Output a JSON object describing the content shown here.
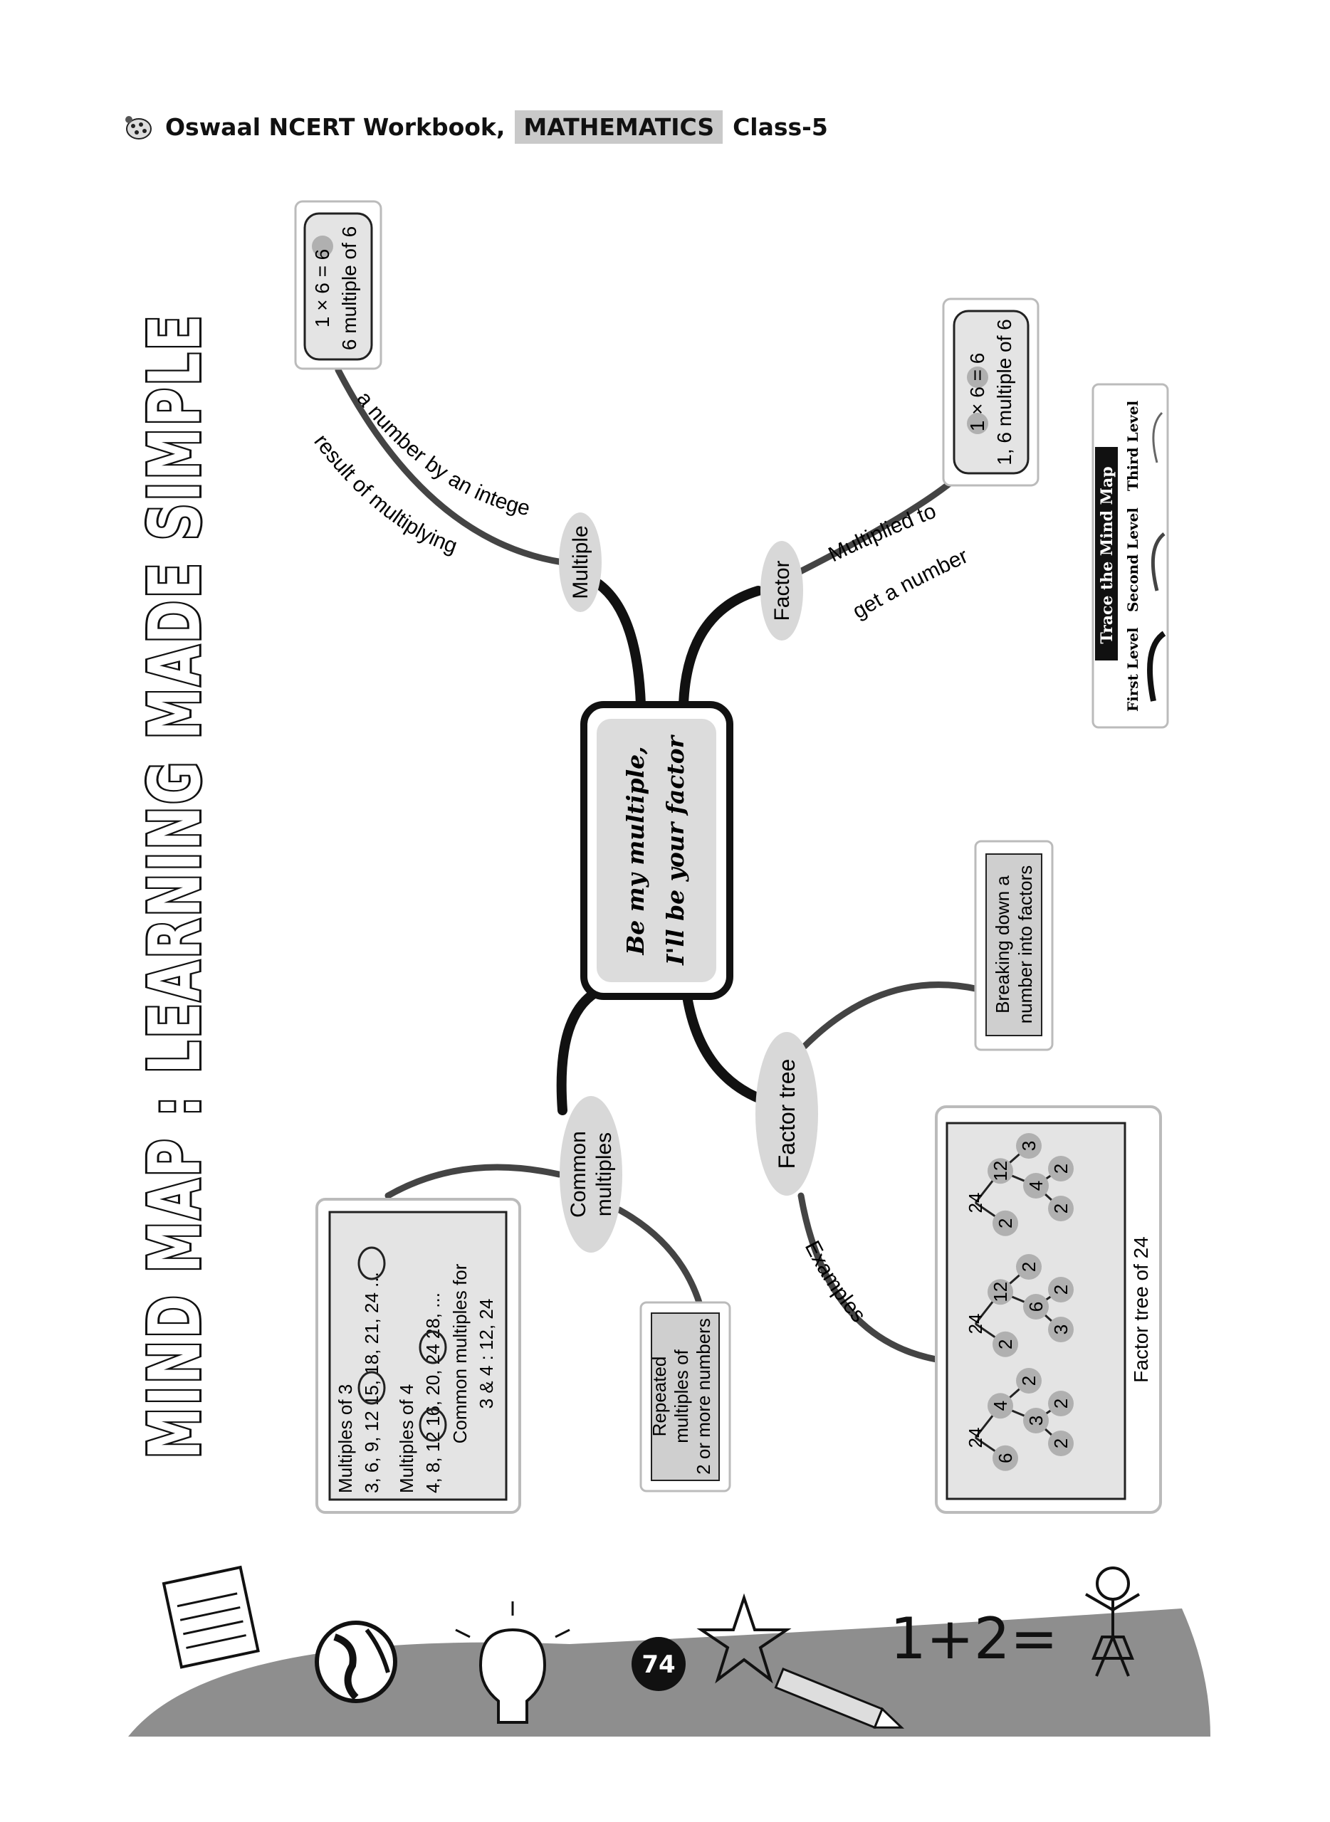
{
  "header": {
    "brand": "Oswaal NCERT Workbook,",
    "subject": "MATHEMATICS",
    "class_label": "Class-5"
  },
  "title": "MIND MAP : LEARNING MADE SIMPLE",
  "center": {
    "line1": "Be my multiple,",
    "line2": "I'll be your factor"
  },
  "branches": {
    "multiple": {
      "label": "Multiple",
      "definition_line1": "result of multiplying",
      "definition_line2": "a number by an integer",
      "example_pre": "1 × 6 = ",
      "example_hl": "6",
      "example_line2": "6 multiple of 6"
    },
    "factor": {
      "label": "Factor",
      "definition_line1": "Multiplied to",
      "definition_line2": "get a number",
      "example_a": "1",
      "example_mid": " × ",
      "example_b": "6",
      "example_post": " = 6",
      "example_line2": "1, 6 multiple of 6"
    },
    "factor_tree": {
      "label": "Factor tree",
      "definition_line1": "Breaking down a",
      "definition_line2": "number into factors",
      "examples_label": "Examples",
      "caption": "Factor tree of 24",
      "tree1": {
        "root": "24",
        "a": "2",
        "b": "12",
        "c": "3",
        "d": "4",
        "e": "2",
        "f": "2"
      },
      "tree2": {
        "root": "24",
        "a": "2",
        "b": "12",
        "c": "2",
        "d": "6",
        "e": "2",
        "f": "3"
      },
      "tree3": {
        "root": "24",
        "a": "6",
        "b": "4",
        "c": "2",
        "d": "3",
        "e": "2",
        "f": "2"
      }
    },
    "common_multiples": {
      "label_line1": "Common",
      "label_line2": "multiples",
      "definition_line1": "Repeated",
      "definition_line2": "multiples of",
      "definition_line3": "2 or more numbers",
      "m3_title": "Multiples of 3",
      "m3_a": "3, 6, 9,",
      "m3_h1": "12",
      "m3_b": "15, 18, 21,",
      "m3_h2": "24",
      "m3_c": "...",
      "m4_title": "Multiples of 4",
      "m4_a": "4, 8,",
      "m4_h1": "12",
      "m4_b": "16, 20,",
      "m4_h2": "24",
      "m4_c": "28, ...",
      "common_line1": "Common multiples for",
      "common_line2": "3 & 4 : 12, 24"
    }
  },
  "legend": {
    "title": "Trace the Mind Map",
    "first": "First Level",
    "second": "Second Level",
    "third": "Third Level"
  },
  "footer": {
    "page_number": "74",
    "equation": "1+2="
  }
}
